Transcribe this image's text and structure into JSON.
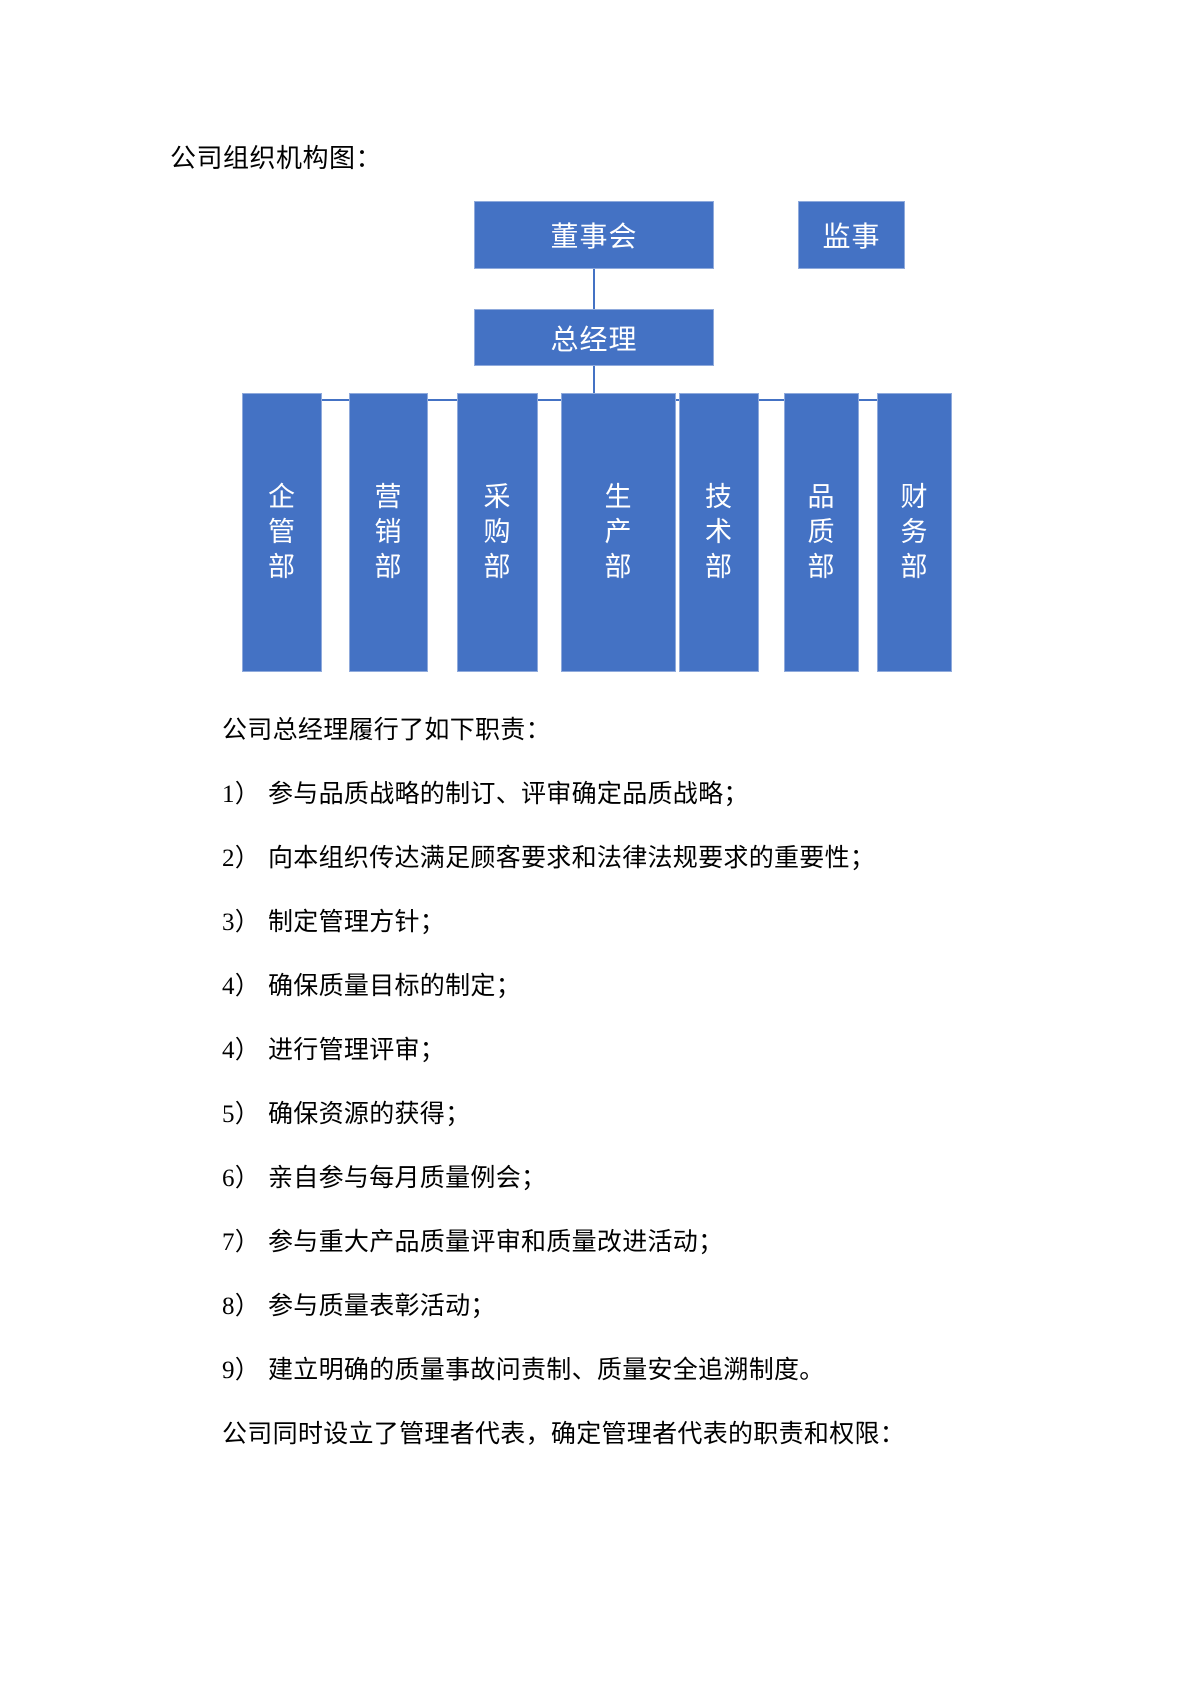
{
  "document": {
    "heading": "公司组织机构图："
  },
  "orgchart": {
    "title": "公司组织机构图",
    "nodes": {
      "board": "董事会",
      "supervisor": "监事",
      "general_manager": "总经理"
    },
    "departments": [
      "企管部",
      "营销部",
      "采购部",
      "生产部",
      "技术部",
      "品质部",
      "财务部"
    ],
    "colors": {
      "box_fill": "#4472C4",
      "box_border": "#8FAADC",
      "connector": "#4472C4",
      "box_text": "#FFFFFF"
    }
  },
  "body": {
    "intro": "公司总经理履行了如下职责：",
    "duties": [
      {
        "num": "1）",
        "text": "参与品质战略的制订、评审确定品质战略；"
      },
      {
        "num": "2）",
        "text": "向本组织传达满足顾客要求和法律法规要求的重要性；"
      },
      {
        "num": "3）",
        "text": "制定管理方针；"
      },
      {
        "num": "4）",
        "text": "确保质量目标的制定；"
      },
      {
        "num": "4）",
        "text": "进行管理评审；"
      },
      {
        "num": "5）",
        "text": "确保资源的获得；"
      },
      {
        "num": "6）",
        "text": "亲自参与每月质量例会；"
      },
      {
        "num": "7）",
        "text": "参与重大产品质量评审和质量改进活动；"
      },
      {
        "num": "8）",
        "text": "参与质量表彰活动；"
      },
      {
        "num": "9）",
        "text": "建立明确的质量事故问责制、质量安全追溯制度。"
      }
    ],
    "closing": "公司同时设立了管理者代表，确定管理者代表的职责和权限："
  }
}
